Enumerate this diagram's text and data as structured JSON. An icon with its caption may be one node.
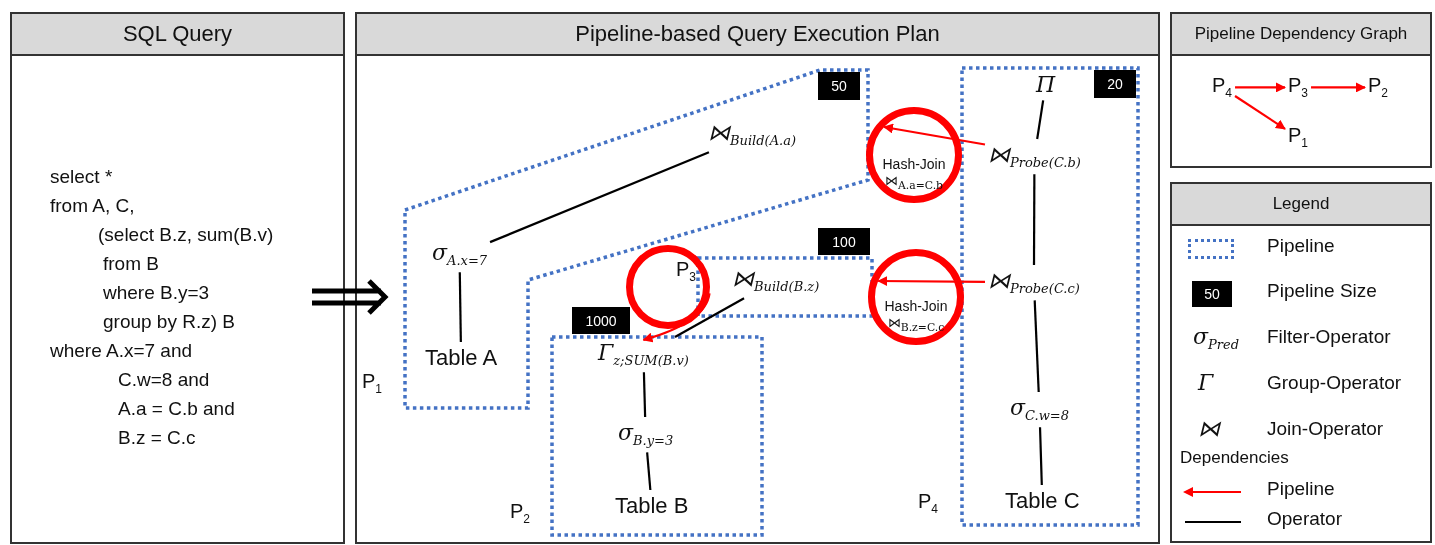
{
  "diagram": {
    "nodes": [
      {
        "text": [
          "SQL Query",
          "select *",
          "from A, C,",
          "(select B.z, sum(B.v)",
          "from B",
          "where B.y=3",
          "group by R.z) B",
          "where A.x=7 and",
          "C.w=8 and",
          "A.a = C.b and",
          "B.z = C.c"
        ]
      },
      {
        "text": [
          "Pipeline-based Query Execution Plan"
        ]
      },
      {
        "text": [
          "P$_{1}$"
        ],
        "in": 1
      },
      {
        "text": [
          "50"
        ],
        "in": 2
      },
      {
        "text": [
          "⋈$_{Build(A.a)}$"
        ],
        "in": 2
      },
      {
        "text": [
          "σ$_{A.x=7}$"
        ],
        "in": 2
      },
      {
        "text": [
          "Table A"
        ],
        "in": 2
      },
      {
        "text": [
          "Hash-Join",
          "⋈$_{A.a=C.b}$"
        ],
        "in": 1
      },
      {
        "text": [
          "P$_{4}$"
        ],
        "in": 1
      },
      {
        "text": [
          "20"
        ],
        "in": 8
      },
      {
        "text": [
          "Π"
        ],
        "in": 8
      },
      {
        "text": [
          "⋈$_{Probe(C.b)}$"
        ],
        "in": 8
      },
      {
        "text": [
          "⋈$_{Probe(C.c)}$"
        ],
        "in": 8
      },
      {
        "text": [
          "σ$_{C.w=8}$"
        ],
        "in": 8
      },
      {
        "text": [
          "Table C"
        ],
        "in": 8
      },
      {
        "text": [],
        "shape": "box",
        "in": 1
      },
      {
        "text": [
          "100"
        ],
        "in": 1
      },
      {
        "text": [
          "⋈$_{Build(B.z)}$"
        ],
        "in": 15
      },
      {
        "text": [
          "P$_{3}$"
        ],
        "in": 1
      },
      {
        "text": [
          "Hash-Join",
          "⋈$_{B.z=C.c}$"
        ],
        "in": 1
      },
      {
        "text": [
          "P$_{2}$"
        ],
        "in": 1
      },
      {
        "text": [
          "1000"
        ],
        "in": 1
      },
      {
        "text": [
          "Γ$_{z;SUM(B.v)}$"
        ],
        "in": 20
      },
      {
        "text": [
          "σ$_{B.y=3}$"
        ],
        "in": 20
      },
      {
        "text": [
          "Table B"
        ],
        "in": 20
      },
      {
        "text": [
          "Pipeline Dependency Graph"
        ]
      },
      {
        "text": [
          "P$_{4}$"
        ],
        "in": 25
      },
      {
        "text": [
          "P$_{3}$"
        ],
        "in": 25
      },
      {
        "text": [
          "P$_{2}$"
        ],
        "in": 25
      },
      {
        "text": [
          "P$_{1}$"
        ],
        "in": 25
      },
      {
        "text": [
          "Legend"
        ]
      }
    ],
    "edges": [
      {
        "from": 0,
        "to": 1,
        "arrow": "to",
        "style": "thick"
      },
      {
        "from": 6,
        "to": 5,
        "arrow": "none"
      },
      {
        "from": 5,
        "to": 4,
        "arrow": "none"
      },
      {
        "from": 24,
        "to": 23,
        "arrow": "none"
      },
      {
        "from": 23,
        "to": 22,
        "arrow": "none"
      },
      {
        "from": 22,
        "to": 17,
        "arrow": "none"
      },
      {
        "from": 14,
        "to": 13,
        "arrow": "none"
      },
      {
        "from": 13,
        "to": 12,
        "arrow": "none"
      },
      {
        "from": 12,
        "to": 11,
        "arrow": "none"
      },
      {
        "from": 11,
        "to": 10,
        "arrow": "none"
      },
      {
        "from": 11,
        "to": 7,
        "arrow": "to",
        "color": "#ff0000"
      },
      {
        "from": 12,
        "to": 19,
        "arrow": "to",
        "color": "#ff0000"
      },
      {
        "from": 18,
        "to": 22,
        "arrow": "to",
        "color": "#ff0000"
      },
      {
        "from": 26,
        "to": 27,
        "arrow": "to",
        "color": "#ff0000"
      },
      {
        "from": 27,
        "to": 28,
        "arrow": "to",
        "color": "#ff0000"
      },
      {
        "from": 26,
        "to": 29,
        "arrow": "to",
        "color": "#ff0000"
      }
    ],
    "labels": [
      "50",
      "σ$_{Pred}$",
      "Γ",
      "⋈",
      "Dependencies"
    ],
    "legend": [
      {
        "text": "Pipeline"
      },
      {
        "text": "Pipeline Size",
        "color": "#000000"
      },
      {
        "text": "Filter-Operator"
      },
      {
        "text": "Group-Operator"
      },
      {
        "text": "Join-Operator"
      },
      {
        "text": "Pipeline"
      },
      {
        "text": "Operator"
      }
    ]
  }
}
